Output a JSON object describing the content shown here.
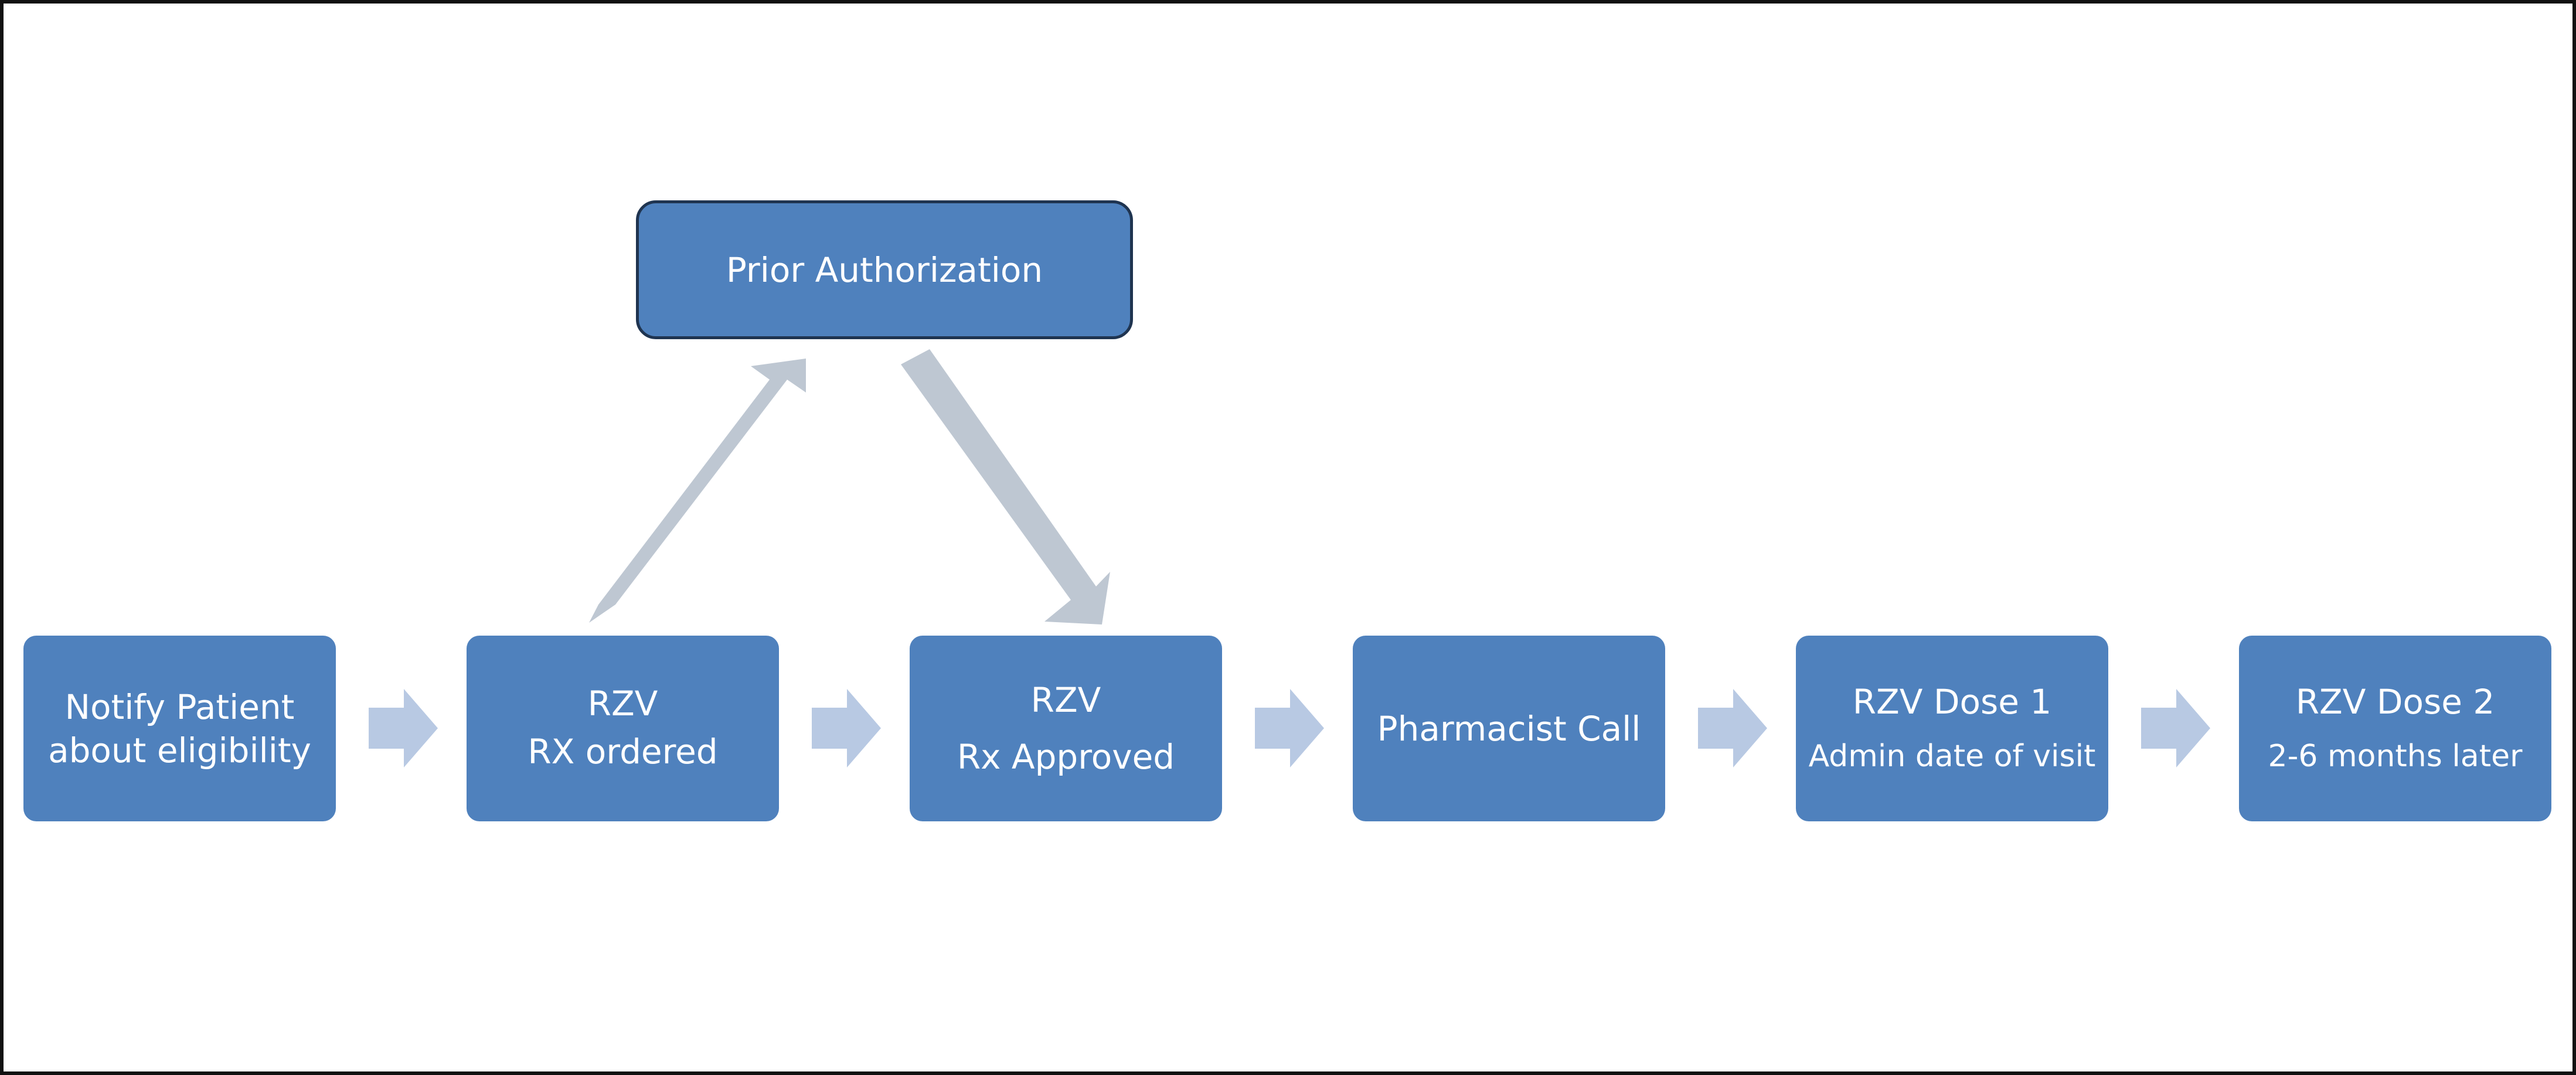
{
  "diagram": {
    "prior_authorization": "Prior Authorization",
    "steps": [
      {
        "line1": "Notify Patient",
        "line2": "about eligibility"
      },
      {
        "line1": "RZV",
        "line2": "RX ordered"
      },
      {
        "line1": "RZV",
        "line2": "Rx Approved"
      },
      {
        "line1": "Pharmacist Call",
        "line2": ""
      },
      {
        "line1": "RZV Dose 1",
        "line2": "Admin date of visit"
      },
      {
        "line1": "RZV Dose 2",
        "line2": "2-6 months later"
      }
    ]
  },
  "colors": {
    "box_fill": "#4f81bd",
    "prior_border": "#1f3450",
    "step_arrow": "#b8c9e3",
    "branch_arrow": "#bec7d2",
    "text": "#ffffff"
  }
}
